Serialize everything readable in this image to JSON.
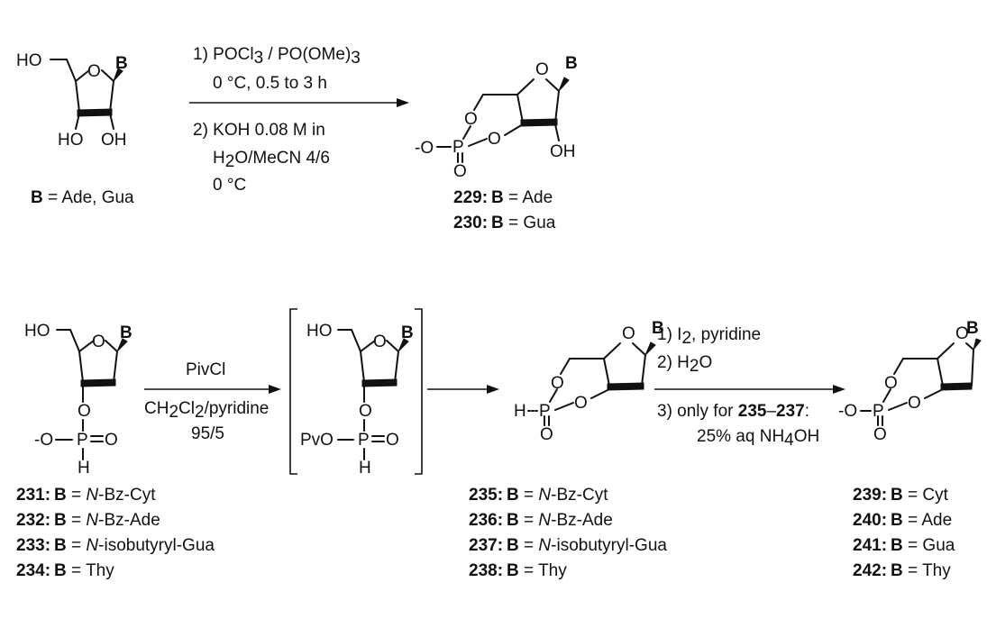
{
  "top_scheme": {
    "start_material": {
      "atoms": {
        "ho5": "HO",
        "ring_o": "O",
        "base": "B",
        "ho3": "HO",
        "oh2": "OH"
      },
      "base_def": {
        "b": "B",
        "rest": " = Ade, Gua"
      }
    },
    "conditions": {
      "line1": "1) POCl",
      "line1_sub": "3",
      "line1b": " / PO(OMe)",
      "line1b_sub": "3",
      "line2": "0 °C, 0.5 to 3 h",
      "line3": "2) KOH 0.08 M in",
      "line4a": "H",
      "line4_sub": "2",
      "line4b": "O/MeCN 4/6",
      "line5": "0 °C"
    },
    "product": {
      "atoms": {
        "ring_o": "O",
        "base": "B",
        "o5": "O",
        "p": "P",
        "o3": "O",
        "o_minus": "-O",
        "p_o": "O",
        "oh2": "OH"
      },
      "labels": [
        {
          "num": "229:",
          "b": "B",
          "rest": " = Ade"
        },
        {
          "num": "230:",
          "b": "B",
          "rest": " = Gua"
        }
      ]
    }
  },
  "bottom_scheme": {
    "start_material": {
      "atoms": {
        "ho5": "HO",
        "ring_o": "O",
        "base": "B",
        "o3": "O",
        "o_minus": "-O",
        "p": "P",
        "p_o": "O",
        "h": "H"
      },
      "labels": [
        {
          "num": "231:",
          "b": "B",
          "pre": " = ",
          "it": "N",
          "rest": "-Bz-Cyt"
        },
        {
          "num": "232:",
          "b": "B",
          "pre": " = ",
          "it": "N",
          "rest": "-Bz-Ade"
        },
        {
          "num": "233:",
          "b": "B",
          "pre": " = ",
          "it": "N",
          "rest": "-isobutyryl-Gua"
        },
        {
          "num": "234:",
          "b": "B",
          "pre": " = ",
          "it": "",
          "rest": "Thy"
        }
      ]
    },
    "conditions1": {
      "line1": "PivCl",
      "line2a": "CH",
      "line2_sub": "2",
      "line2b": "Cl",
      "line2_sub2": "2",
      "line2c": "/pyridine",
      "line3": "95/5"
    },
    "intermediate": {
      "atoms": {
        "ho5": "HO",
        "ring_o": "O",
        "base": "B",
        "o3": "O",
        "pvo": "PvO",
        "p": "P",
        "p_o": "O",
        "h": "H"
      }
    },
    "cyclic_h_phosphonate": {
      "atoms": {
        "ring_o": "O",
        "base": "B",
        "o5": "O",
        "h": "H",
        "p": "P",
        "o3": "O",
        "p_o": "O"
      },
      "labels": [
        {
          "num": "235:",
          "b": "B",
          "pre": " = ",
          "it": "N",
          "rest": "-Bz-Cyt"
        },
        {
          "num": "236:",
          "b": "B",
          "pre": " = ",
          "it": "N",
          "rest": "-Bz-Ade"
        },
        {
          "num": "237:",
          "b": "B",
          "pre": " = ",
          "it": "N",
          "rest": "-isobutyryl-Gua"
        },
        {
          "num": "238:",
          "b": "B",
          "pre": " = ",
          "it": "",
          "rest": "Thy"
        }
      ]
    },
    "conditions2": {
      "line1a": "1) I",
      "line1_sub": "2",
      "line1b": ", pyridine",
      "line2a": "2) H",
      "line2_sub": "2",
      "line2b": "O",
      "line3a": "3) only for ",
      "line3b": "235",
      "line3c": "–",
      "line3d": "237",
      "line3e": ":",
      "line4a": "25% aq NH",
      "line4_sub": "4",
      "line4b": "OH"
    },
    "product": {
      "atoms": {
        "ring_o": "O",
        "base": "B",
        "o5": "O",
        "o_minus": "-O",
        "p": "P",
        "o3": "O",
        "p_o": "O"
      },
      "labels": [
        {
          "num": "239:",
          "b": "B",
          "rest": " = Cyt"
        },
        {
          "num": "240:",
          "b": "B",
          "rest": " = Ade"
        },
        {
          "num": "241:",
          "b": "B",
          "rest": " = Gua"
        },
        {
          "num": "242:",
          "b": "B",
          "rest": " = Thy"
        }
      ]
    }
  }
}
